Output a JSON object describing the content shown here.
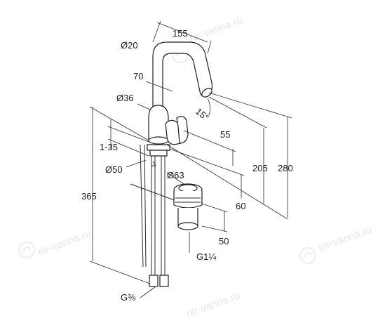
{
  "watermark": {
    "text": "nir-vanna.ru"
  },
  "dimensions": {
    "d155": "155",
    "d20": "Ø20",
    "d70": "70",
    "d36": "Ø36",
    "d15": "15°",
    "d55": "55",
    "d135": "1-35",
    "d50dia": "Ø50",
    "d63": "Ø63",
    "d205": "205",
    "d280": "280",
    "d365": "365",
    "d60": "60",
    "d50": "50",
    "dg114": "G1¼",
    "dg38": "G⅜"
  }
}
